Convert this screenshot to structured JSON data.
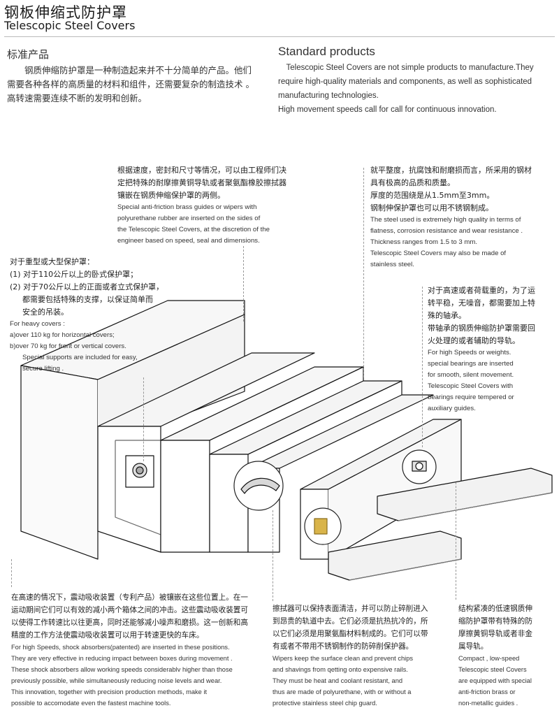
{
  "header": {
    "title_cn": "钢板伸缩式防护罩",
    "title_en": "Telescopic Steel Covers"
  },
  "intro": {
    "heading_cn": "标准产品",
    "heading_en": "Standard products",
    "cn_lines": [
      "　　钢质伸缩防护罩是一种制造起来并不十分简单的产品。他们",
      "需要各种各样的高质量的材料和组件，还需要复杂的制造技术 。",
      "高转速需要连续不断的发明和创新。"
    ],
    "en_lines": [
      "　Telescopic Steel Covers are not simple products to manufacture.They",
      "require high-quality materials and components,  as well as sophisticated",
      "manufacturing technologies.",
      "High movement speeds call for call for continuous innovation."
    ]
  },
  "notes": {
    "wipers_guides": {
      "cn": [
        "根据速度，密封和尺寸等情况，可以由工程师们决",
        "定把特殊的耐摩擦黄铜导轨或者聚氨酯橡胶擦拭器",
        "镶嵌在钢质伸缩保护罩的两侧。"
      ],
      "en": [
        "Special anti-friction brass guides or wipers with",
        "polyurethane rubber are inserted on the sides of",
        "the Telescopic Steel Covers, at the discretion of the",
        "engineer based on speed, seal and dimensions."
      ]
    },
    "steel_quality": {
      "cn": [
        "就平整度，抗腐蚀和耐磨损而言，所采用的钢材",
        "具有极高的品质和质量。",
        "厚度的范围绕是从1.5mm至3mm。",
        "钢制伸保护罩也可以用不锈钢制成。"
      ],
      "en": [
        "The steel used is extremely high quality in terms of",
        "flatness, corrosion resistance and wear resistance .",
        "Thickness ranges from 1.5 to 3 mm.",
        "Telescopic Steel Covers may also be made of",
        "stainless steel."
      ]
    },
    "heavy_covers": {
      "cn": [
        "对于重型或大型保护罩：",
        "(1) 对于110公斤以上的卧式保护罩；",
        "(2) 对于70公斤以上的正面或者立式保护罩，"
      ],
      "cn_indent": [
        "都需要包括特殊的支撑，以保证简单而",
        "安全的吊装。"
      ],
      "en": [
        "For heavy covers :",
        "a)over 110 kg for horizontal covers;",
        "b)over 70 kg for front or vertical covers."
      ],
      "en_indent": [
        "Special supports are included for easy,",
        "secure lifting ."
      ]
    },
    "bearings": {
      "cn": [
        "对于高速或者荷载重的，为了运",
        "转平稳，无噪音，都需要加上特",
        "殊的轴承。",
        "带轴承的钢质伸缩防护罩需要回",
        "火处理的或者辅助的导轨。"
      ],
      "en": [
        "For high Speeds or weights.",
        "special bearings are inserted",
        "for smooth, silent movement.",
        "Telescopic Steel Covers with",
        "bearings require tempered or",
        "auxiliary guides."
      ]
    },
    "shock_absorbers": {
      "cn": [
        "在高速的情况下，震动吸收装置（专利产品）被镶嵌在这些位置上。在一",
        "运动期间它们可以有效的减小两个箱体之间的冲击。这些震动吸收装置可",
        "以使得工作转速比以往更高，同时还能够减小噪声和磨损。这一创新和高",
        "精度的工作方法使震动吸收装置可以用于转速更快的车床。"
      ],
      "en": [
        "For high Speeds, shock absorbers(patented) are inserted in these positions.",
        "They are very effective in reducing impact between boxes during movement .",
        "These shock absorbers allow working speeds considerablv higher than those",
        " previously possible, while simultaneously reducing noise levels and wear.",
        "This innovation, together with precision production methods, make it",
        "possible to accomodate even the fastest machine tools."
      ]
    },
    "wipers_clean": {
      "cn": [
        "擦拭器可以保持表面清洁，并可以防止碎削进入",
        "到昂贵的轨道中去。它们必须是抗热抗冷的，所",
        "以它们必须是用聚氨酯材料制成的。它们可以带",
        "有或者不带用不锈钢制作的防碎削保护器。"
      ],
      "en": [
        "Wipers keep the surface clean and prevent chips",
        "and shavings from qetting onto expensive rails.",
        "They must be heat and coolant resistant, and",
        "thus are made of polyurethane, with or without a",
        "protective stainless steel chip guard."
      ]
    },
    "compact": {
      "cn": [
        "结构紧凑的低速钢质伸",
        "缩防护罩带有特殊的防",
        "摩擦黄铜导轨或者非金",
        "属导轨。"
      ],
      "en": [
        "Compact , low-speed",
        "Telescopic steel Covers",
        "are equipped with special",
        "anti-friction brass or",
        "non-metallic guides ."
      ]
    },
    "colors": {
      "line": "#111111",
      "accent_guide": "#d9b44a",
      "leader": "#999999"
    }
  }
}
